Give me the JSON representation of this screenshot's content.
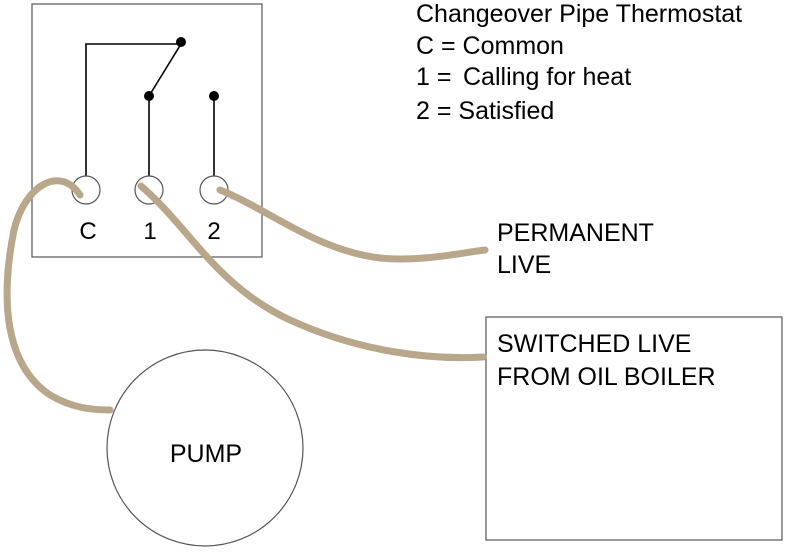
{
  "legend": {
    "title": "Changeover Pipe Thermostat",
    "line_c": "C = Common",
    "line_1_prefix": "1 =",
    "line_1_text": "Calling for heat",
    "line_2": "2 = Satisfied"
  },
  "thermostat": {
    "terminal_c": "C",
    "terminal_1": "1",
    "terminal_2": "2"
  },
  "permanent_live": {
    "line1": "PERMANENT",
    "line2": "LIVE"
  },
  "boiler": {
    "line1": "SWITCHED LIVE",
    "line2": "FROM OIL BOILER"
  },
  "pump": {
    "label": "PUMP"
  },
  "colors": {
    "wire": "#b8a78a",
    "outline": "#555555",
    "contact": "#000000"
  }
}
